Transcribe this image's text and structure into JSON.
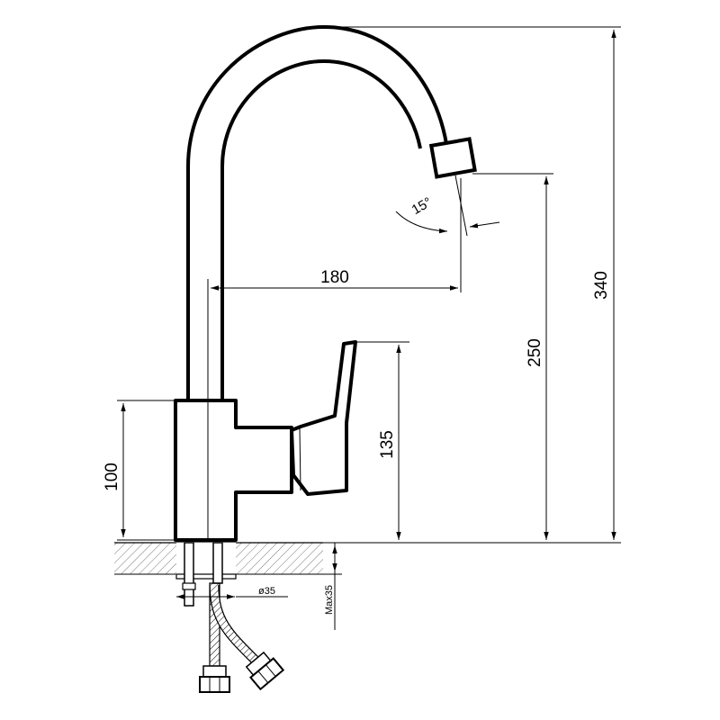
{
  "dimensions": {
    "spout_reach": "180",
    "total_height": "340",
    "outlet_height": "250",
    "lever_height": "135",
    "body_height": "100",
    "outlet_angle": "15°",
    "hole_diameter": "ø35",
    "max_counter_thickness": "Max35"
  },
  "colors": {
    "line": "#000000",
    "hatch": "#555555",
    "background": "#ffffff"
  }
}
